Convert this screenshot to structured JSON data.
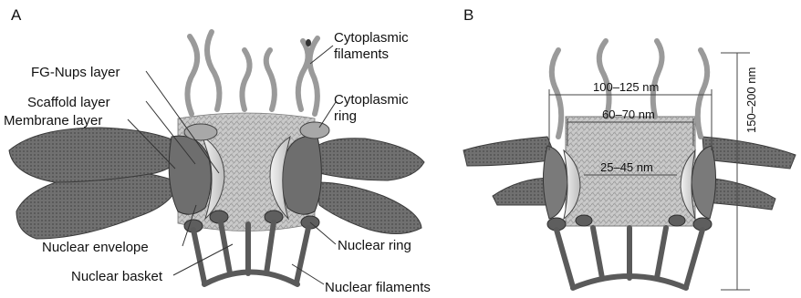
{
  "panels": {
    "a": "A",
    "b": "B"
  },
  "labels_a": {
    "fg_nups_layer": "FG-Nups layer",
    "scaffold_layer": "Scaffold layer",
    "membrane_layer": "Membrane layer",
    "cytoplasmic_filaments_1": "Cytoplasmic",
    "cytoplasmic_filaments_2": "filaments",
    "cytoplasmic_ring_1": "Cytoplasmic",
    "cytoplasmic_ring_2": "ring",
    "nuclear_envelope": "Nuclear envelope",
    "nuclear_ring": "Nuclear ring",
    "nuclear_basket": "Nuclear basket",
    "nuclear_filaments": "Nuclear filaments"
  },
  "dimensions_b": {
    "outer_width": "100–125 nm",
    "ring_width": "60–70 nm",
    "channel_width": "25–45 nm",
    "height": "150–200 nm"
  },
  "colors": {
    "envelope": "#6b6b6b",
    "scaffold": "#8a8a8a",
    "membrane_ring": "#dcdcdc",
    "fg_mesh": "#bdbdbd",
    "filaments": "#9a9a9a",
    "basket": "#555555"
  }
}
